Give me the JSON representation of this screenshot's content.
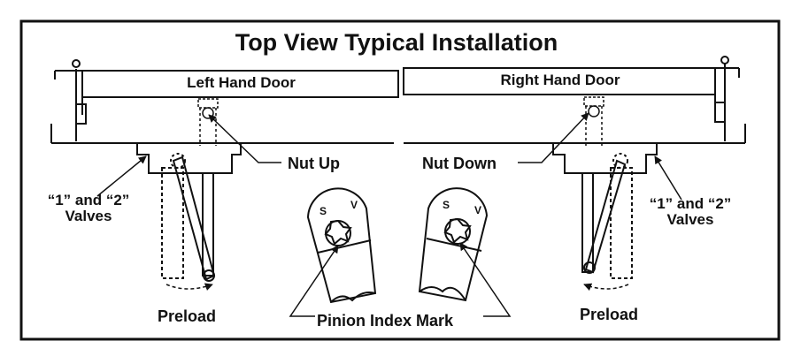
{
  "title": "Top View Typical Installation",
  "doors": {
    "left": "Left Hand Door",
    "right": "Right Hand Door"
  },
  "callouts": {
    "nut_up": "Nut Up",
    "nut_down": "Nut Down",
    "valves_left": {
      "line1": "“1” and “2”",
      "line2": "Valves"
    },
    "valves_right": {
      "line1": "“1” and “2”",
      "line2": "Valves"
    },
    "preload_left": "Preload",
    "preload_right": "Preload",
    "pinion_index_mark": "Pinion Index Mark"
  },
  "pinion_letters": {
    "left_a": "S",
    "left_b": "V",
    "right_a": "S",
    "right_b": "V"
  },
  "colors": {
    "ink": "#111111",
    "paper": "#ffffff"
  }
}
